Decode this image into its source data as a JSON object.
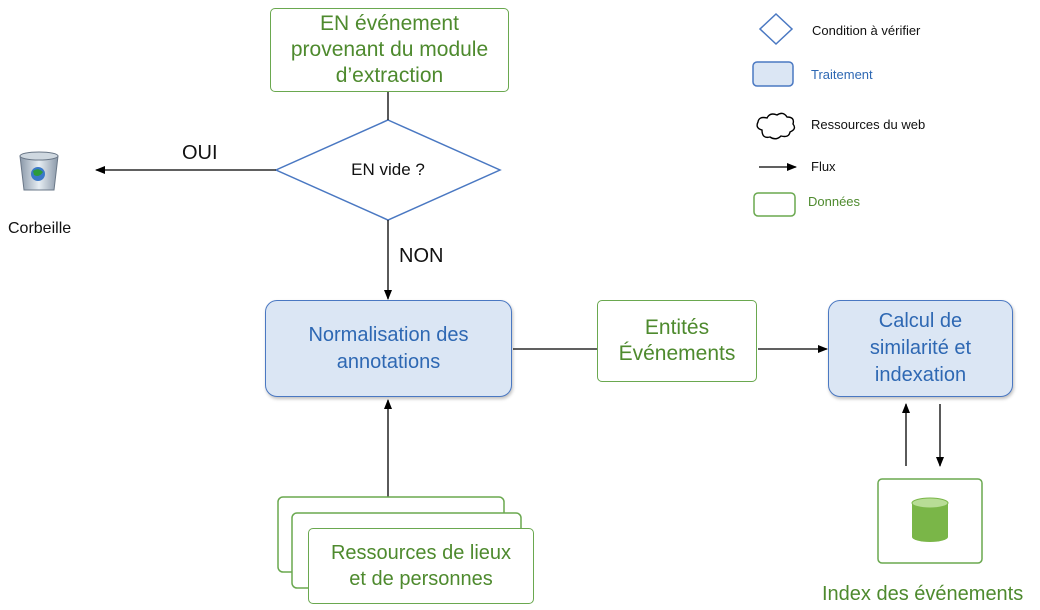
{
  "nodes": {
    "input_event": "EN événement\nprovenant du module\nd’extraction",
    "condition": "EN vide ?",
    "trash_label": "Corbeille",
    "normalisation": "Normalisation des\nannotations",
    "entities": "Entités\nÉvénements",
    "similarity": "Calcul de\nsimilarité et\nindexation",
    "resources": "Ressources de lieux\net de personnes",
    "index": "Index des événements"
  },
  "edges": {
    "yes": "OUI",
    "no": "NON"
  },
  "legend": {
    "condition": "Condition à vérifier",
    "treatment": "Traitement",
    "web_resources": "Ressources du web",
    "flow": "Flux",
    "data": "Données"
  },
  "colors": {
    "data_border": "#6aa84f",
    "data_text": "#4e8a2e",
    "process_fill": "#dbe6f4",
    "process_border": "#4a78c2",
    "process_text": "#2e68b3",
    "condition_border": "#4a78c2",
    "cylinder": "#7ab648"
  },
  "icons": [
    "trash-bin-icon",
    "database-cylinder-icon",
    "cloud-icon",
    "diamond-icon"
  ]
}
